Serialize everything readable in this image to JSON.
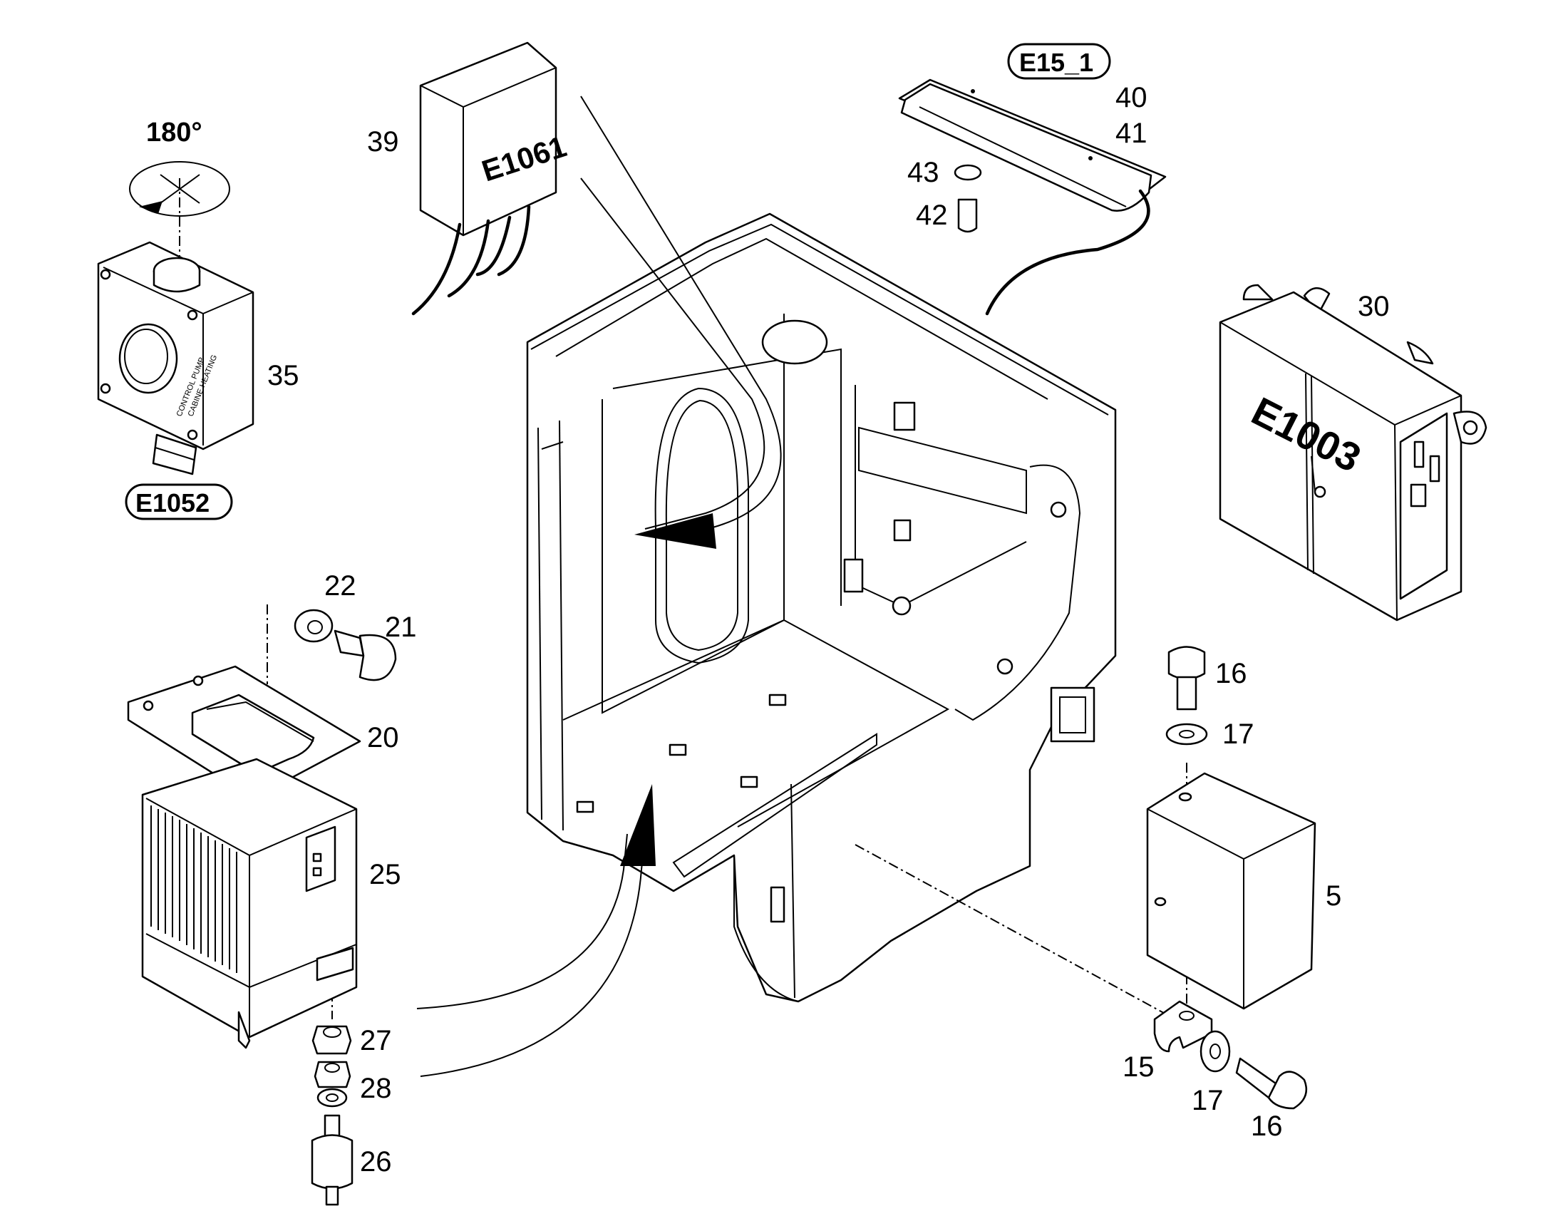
{
  "labels": {
    "rotation": "180°",
    "tag_e1052": "E1052",
    "tag_e15_1": "E15_1",
    "box_e1061": "E1061",
    "box_e1003": "E1003",
    "switch_line1": "CONTROL PUMP",
    "switch_line2": "CABINE HEATING"
  },
  "callouts": {
    "c39": "39",
    "c40": "40",
    "c41": "41",
    "c43": "43",
    "c42": "42",
    "c30": "30",
    "c35": "35",
    "c22": "22",
    "c21": "21",
    "c20": "20",
    "c25": "25",
    "c27": "27",
    "c28": "28",
    "c26": "26",
    "c16a": "16",
    "c17a": "17",
    "c5": "5",
    "c15": "15",
    "c17b": "17",
    "c16b": "16"
  }
}
